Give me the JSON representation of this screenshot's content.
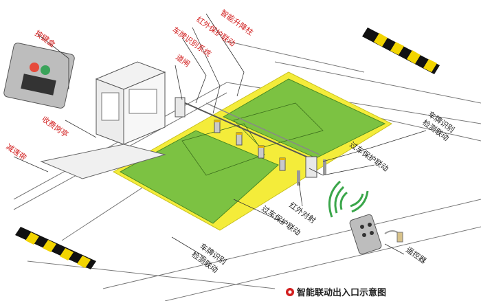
{
  "labels": {
    "keypad_box": "按键盒",
    "smart_bollard": "智能升降柱",
    "infrared_linkage": "红外保护联动",
    "plate_system": "车牌识别系统",
    "barrier_gate": "道闸",
    "toll_booth": "收费岗亭",
    "speed_bump": "减速带",
    "plate_detect_right_1": "车牌识别",
    "plate_detect_right_2": "检测联动",
    "pass_protect_1": "过车保护联动",
    "infrared_beam": "红外对射",
    "pass_protect_2": "过车保护联动",
    "plate_detect_bottom_1": "车牌识别",
    "plate_detect_bottom_2": "检测联动",
    "remote": "遥控器"
  },
  "caption": "智能联动出入口示意图",
  "colors": {
    "label_red": "#d21e1e",
    "zone_green": "#7cc242",
    "zone_yellow": "#f4ec3a",
    "stripe_black": "#111111",
    "stripe_yellow": "#f2d400"
  }
}
